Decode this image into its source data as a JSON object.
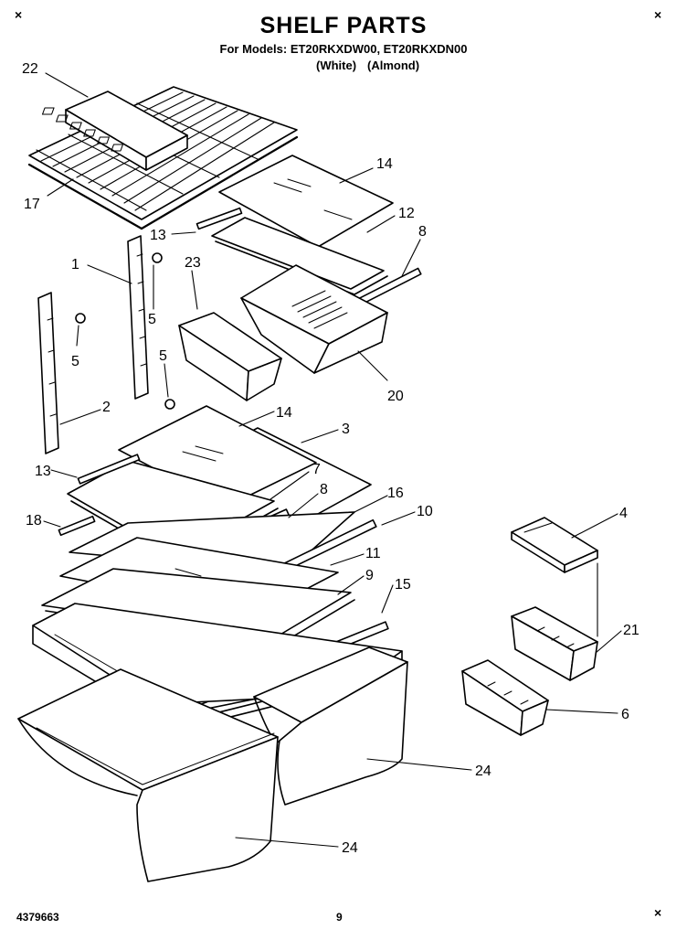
{
  "header": {
    "title": "SHELF PARTS",
    "models": "For Models: ET20RKXDW00, ET20RKXDN00",
    "color_white": "(White)",
    "color_almond": "(Almond)"
  },
  "corner_marks": {
    "top_left": "×",
    "top_right": "×",
    "bottom_right": "×"
  },
  "callouts": {
    "c22": "22",
    "c17": "17",
    "c14a": "14",
    "c13a": "13",
    "c12": "12",
    "c8a": "8",
    "c1": "1",
    "c23": "23",
    "c5a": "5",
    "c5b": "5",
    "c5c": "5",
    "c20": "20",
    "c2": "2",
    "c14b": "14",
    "c3": "3",
    "c13b": "13",
    "c7": "7",
    "c8b": "8",
    "c16": "16",
    "c18": "18",
    "c10": "10",
    "c11": "11",
    "c9": "9",
    "c15": "15",
    "c4": "4",
    "c21": "21",
    "c6": "6",
    "c24a": "24",
    "c24b": "24"
  },
  "footer": {
    "part_number": "4379663",
    "page_number": "9"
  }
}
